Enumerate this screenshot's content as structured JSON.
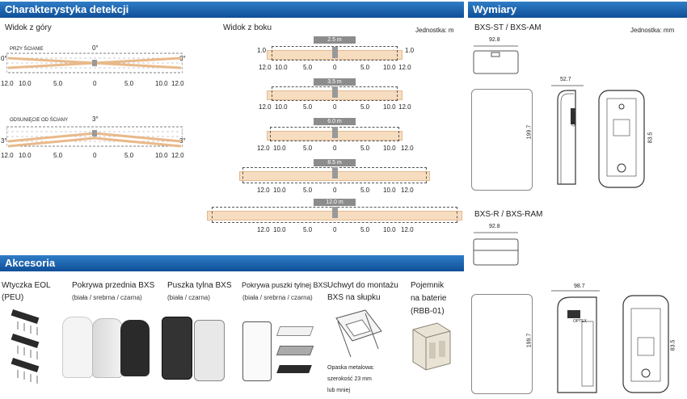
{
  "headers": {
    "detection": "Charakterystyka detekcji",
    "dimensions": "Wymiary",
    "accessories": "Akcesoria"
  },
  "detection": {
    "top_view": "Widok z góry",
    "side_view": "Widok z boku",
    "unit_left": "Jednostka: m",
    "wall": {
      "label": "PRZY ŚCIANIE",
      "angle_top": "0°",
      "angle_left": "0°",
      "angle_right": "0°"
    },
    "off_wall": {
      "label": "ODSUNIĘCIE OD ŚCIANY",
      "angle_top": "3°",
      "angle_left": "3°",
      "angle_right": "3°"
    },
    "scale": [
      "12.0",
      "10.0",
      "5.0",
      "0",
      "5.0",
      "10.0",
      "12.0"
    ],
    "heights": [
      {
        "tag": "2.5 m",
        "left": "1.0",
        "right": "1.0"
      },
      {
        "tag": "3.5 m"
      },
      {
        "tag": "6.0 m"
      },
      {
        "tag": "8.5 m"
      },
      {
        "tag": "12.0 m"
      }
    ]
  },
  "dimensions": {
    "model_a": "BXS-ST / BXS-AM",
    "model_b": "BXS-R / BXS-RAM",
    "unit": "Jednostka: mm",
    "a_width": "92.8",
    "a_depth": "52.7",
    "a_height": "199.7",
    "a_mount": "83.5",
    "b_width": "92.8",
    "b_depth": "98.7",
    "b_height": "199.7",
    "b_mount": "83.5",
    "brand": "OPTEX"
  },
  "accessories": {
    "items": [
      {
        "title": "Wtyczka EOL",
        "subtitle": "(PEU)"
      },
      {
        "title": "Pokrywa przednia BXS",
        "subtitle": "(biała / srebrna / czarna)"
      },
      {
        "title": "Puszka tylna BXS",
        "subtitle": "(biała / czarna)"
      },
      {
        "title": "Pokrywa puszki tylnej BXS",
        "subtitle": "(biała / srebrna / czarna)"
      },
      {
        "title": "Uchwyt do montażu",
        "title2": "BXS na słupku"
      },
      {
        "title": "Pojemnik",
        "title2": "na baterie",
        "title3": "(RBB-01)"
      }
    ],
    "strap_note_1": "Opaska metalowa:",
    "strap_note_2": "szerokość 23 mm",
    "strap_note_3": "lub mniej"
  },
  "colors": {
    "header_top": "#2f7dc6",
    "header_bottom": "#0f4f98",
    "beam": "#f7ddc0",
    "tag": "#8c8c8c"
  }
}
